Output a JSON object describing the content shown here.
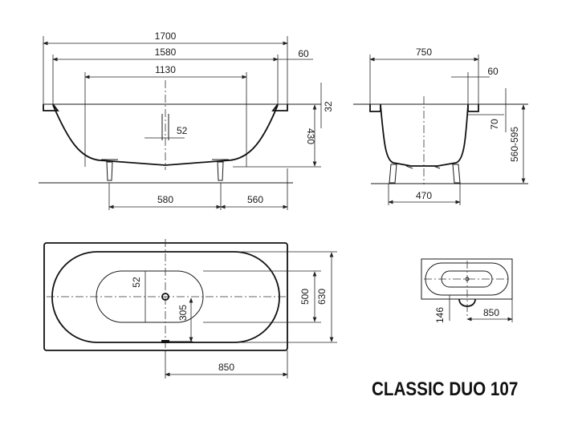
{
  "title": "CLASSIC DUO 107",
  "side_view": {
    "overall_length": "1700",
    "inner_length": "1580",
    "rim_width": "60",
    "bottom_length": "1130",
    "drain_offset": "52",
    "height": "430",
    "rim_thickness": "32",
    "leg_spacing": "580",
    "leg_to_end": "560"
  },
  "end_view": {
    "overall_width": "750",
    "rim_width": "60",
    "rim_depth": "70",
    "total_height": "560-595",
    "leg_spacing": "470"
  },
  "plan_view": {
    "drain_offset": "52",
    "drain_to_edge": "305",
    "inner_width": "500",
    "outer_width": "630",
    "drain_to_end": "850"
  },
  "small_plan_view": {
    "overflow_offset": "146",
    "drain_to_end": "850"
  },
  "colors": {
    "line": "#1a1a1a",
    "background": "#ffffff"
  }
}
